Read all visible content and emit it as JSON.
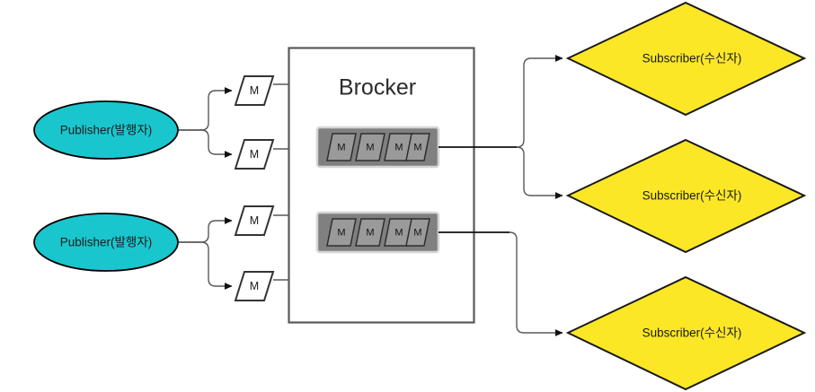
{
  "diagram": {
    "title_text": "Brocker",
    "background_color": "#ffffff",
    "publisher_fill": "#1ac6ce",
    "publisher_stroke": "#000000",
    "subscriber_fill": "#fbe726",
    "subscriber_stroke": "#1a1a1a",
    "queue_fill": "#808080",
    "queue_stroke": "#cccccc",
    "message_fill": "#999999",
    "message_stroke": "#333333",
    "broker_stroke": "#595959",
    "edge_color": "#595959",
    "edge_color_dark": "#1a1a1a"
  },
  "publishers": [
    {
      "label": "Publisher(발행자)",
      "name": "publisher-1"
    },
    {
      "label": "Publisher(발행자)",
      "name": "publisher-2"
    }
  ],
  "messages_in": [
    {
      "label": "M",
      "name": "message-in-1"
    },
    {
      "label": "M",
      "name": "message-in-2"
    },
    {
      "label": "M",
      "name": "message-in-3"
    },
    {
      "label": "M",
      "name": "message-in-4"
    }
  ],
  "broker": {
    "title": "Brocker",
    "queues": [
      {
        "name": "queue-1",
        "messages": [
          {
            "label": "M"
          },
          {
            "label": "M"
          },
          {
            "label": "M"
          },
          {
            "label": "M"
          }
        ]
      },
      {
        "name": "queue-2",
        "messages": [
          {
            "label": "M"
          },
          {
            "label": "M"
          },
          {
            "label": "M"
          },
          {
            "label": "M"
          }
        ]
      }
    ]
  },
  "subscribers": [
    {
      "label": "Subscriber(수신자)",
      "name": "subscriber-1"
    },
    {
      "label": "Subscriber(수신자)",
      "name": "subscriber-2"
    },
    {
      "label": "Subscriber(수신자)",
      "name": "subscriber-3"
    }
  ]
}
